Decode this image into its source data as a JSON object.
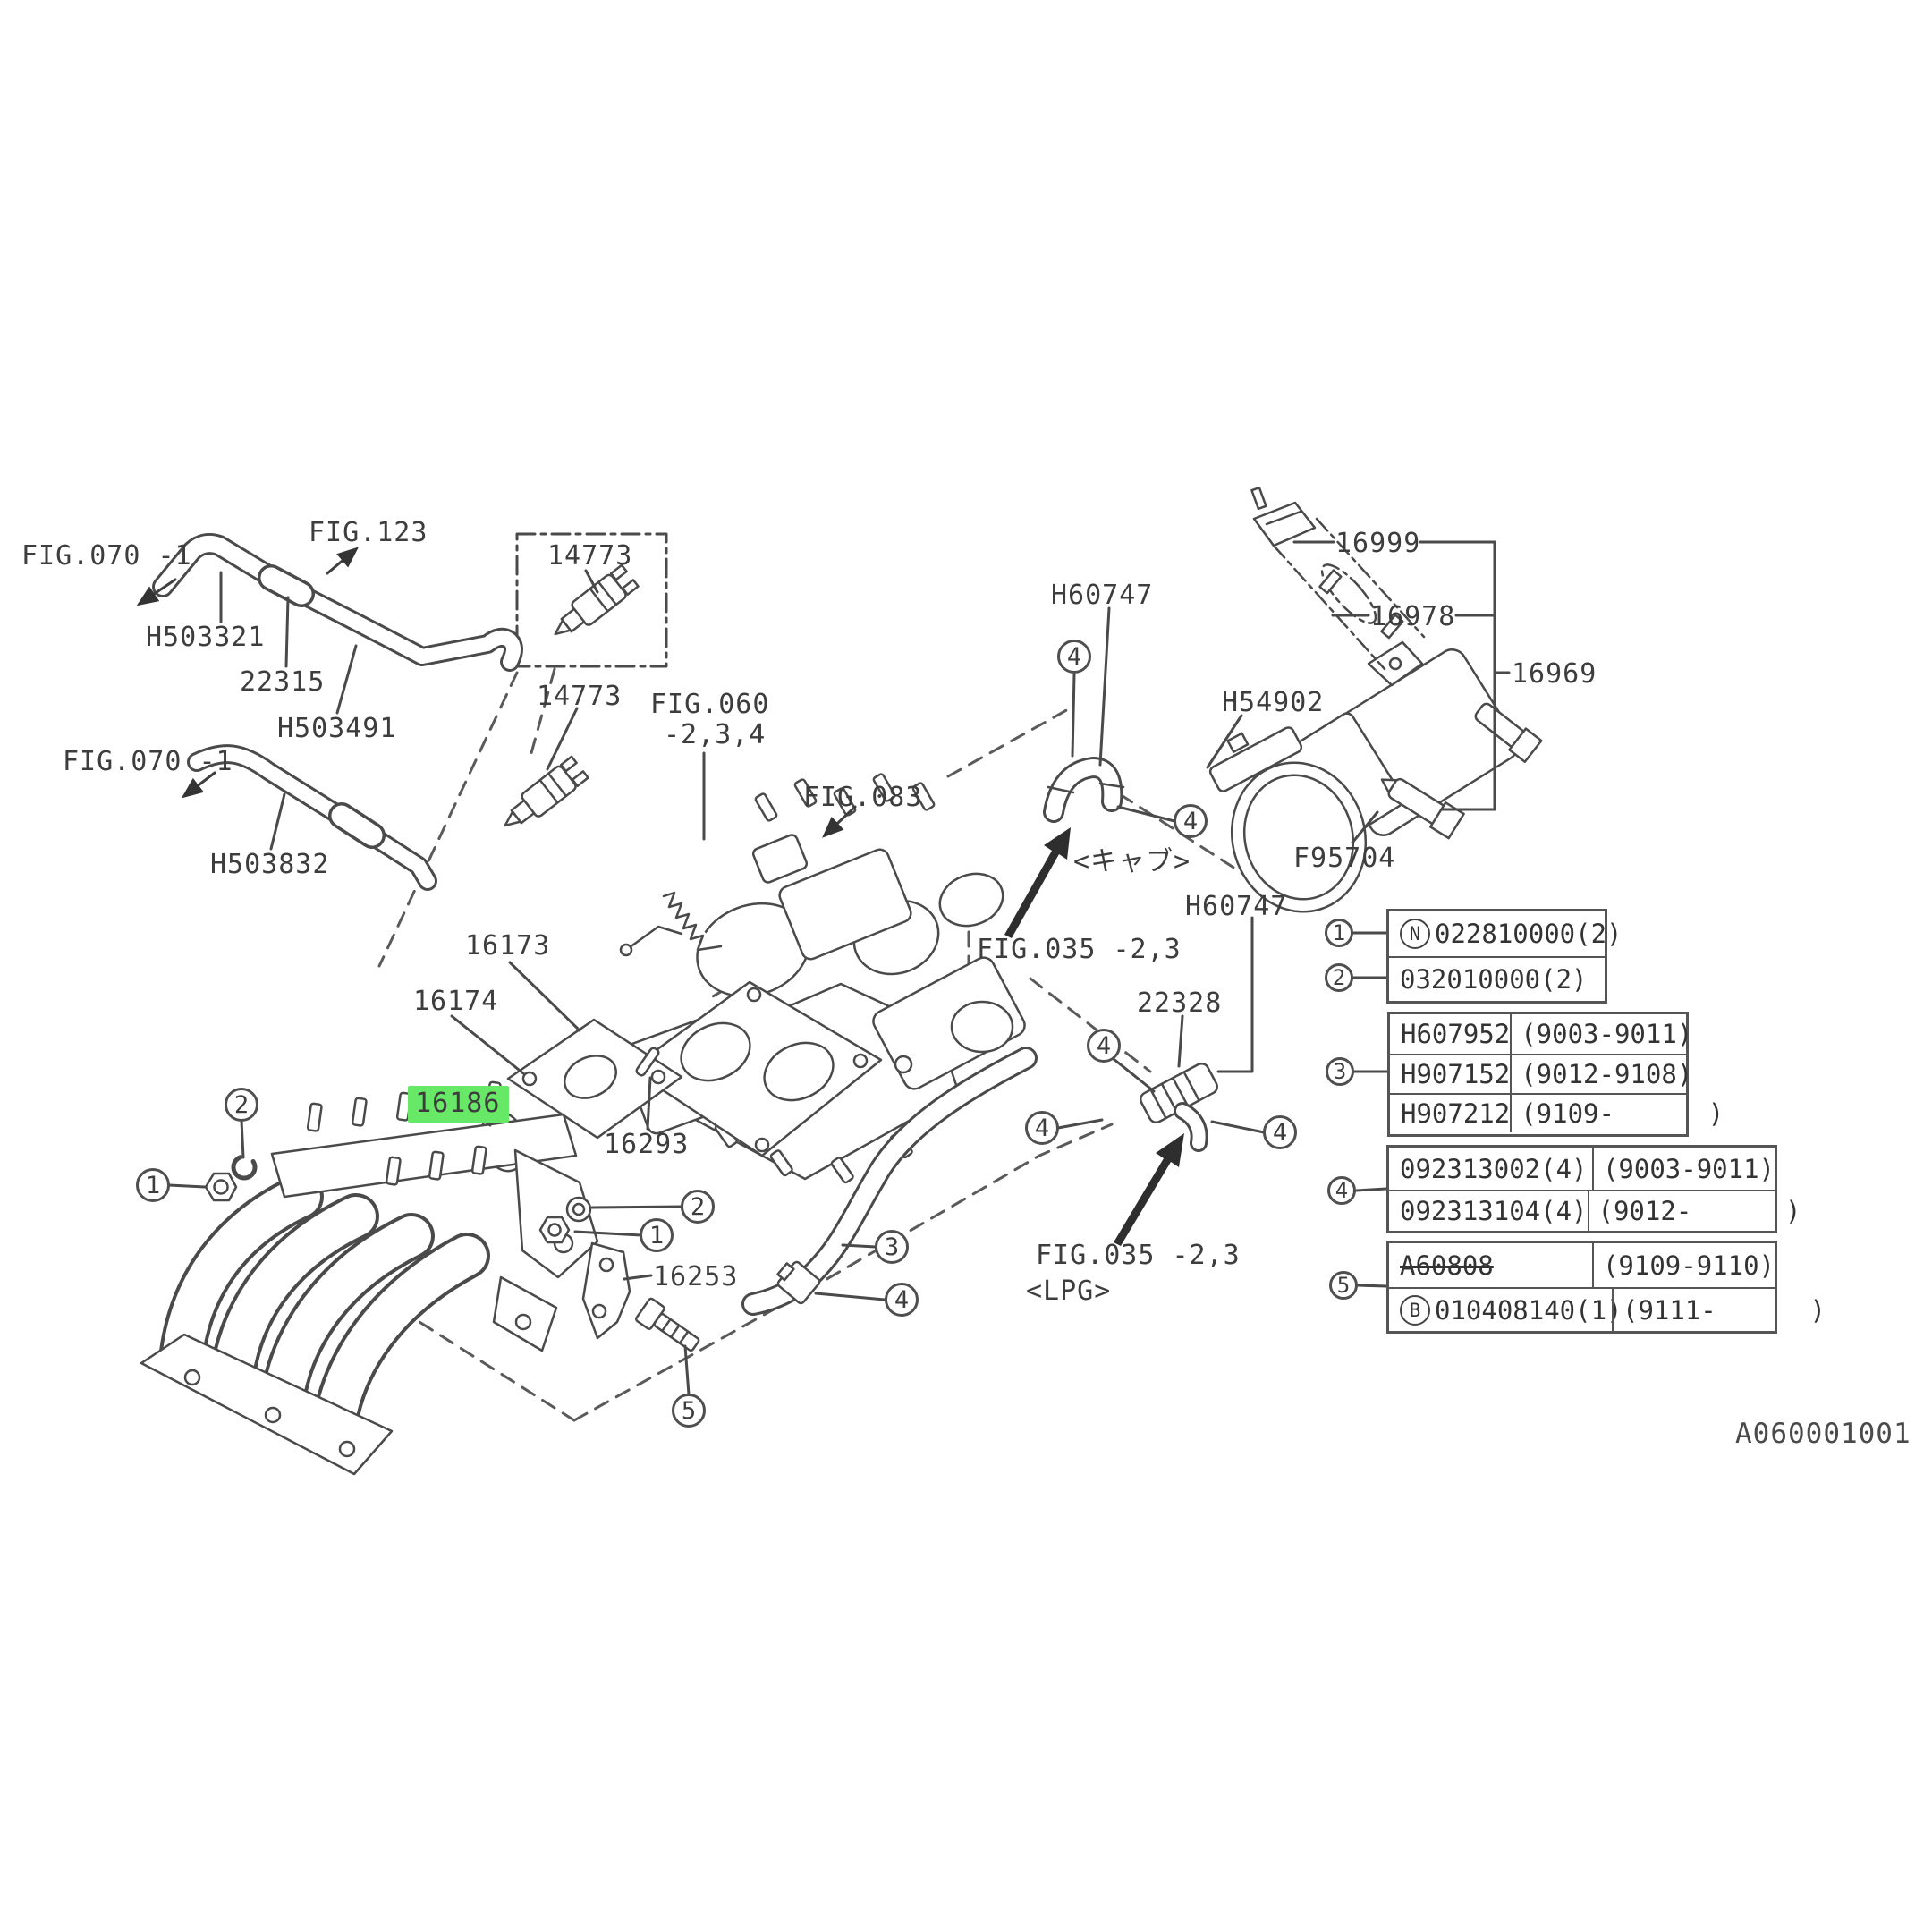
{
  "doc": {
    "code": "A060001001"
  },
  "highlight": {
    "style": "background:#67e967",
    "color": "#67e967"
  },
  "labels": {
    "fig070_top": "FIG.070 -1",
    "fig123": "FIG.123",
    "h503321": "H503321",
    "p22315": "22315",
    "h503491": "H503491",
    "fig070_bottom": "FIG.070 -1",
    "h503832": "H503832",
    "p14773_boxed": "14773",
    "p14773": "14773",
    "fig060": "FIG.060",
    "fig060_sub": "-2,3,4",
    "fig083": "FIG.083",
    "p16173": "16173",
    "p16174": "16174",
    "p16186": "16186",
    "p16293": "16293",
    "p16253": "16253",
    "h60747_carb": "H60747",
    "h54902": "H54902",
    "carb_note": "<キャブ>",
    "fig035_carb": "FIG.035 -2,3",
    "h60747_lpg": "H60747",
    "p22328": "22328",
    "fig035_lpg": "FIG.035 -2,3",
    "lpg_note": "<LPG>",
    "p16999": "16999",
    "p16978": "16978",
    "p16969": "16969",
    "f95704": "F95704"
  },
  "callouts": {
    "one": "1",
    "two": "2",
    "three": "3",
    "four": "4",
    "five": "5"
  },
  "tables": {
    "t12": {
      "rows": [
        {
          "prefix": "N",
          "text": "022810000(2)"
        },
        {
          "text": "032010000(2)"
        }
      ]
    },
    "t3": {
      "rows": [
        {
          "part": "H607952",
          "range": "(9003-9011)"
        },
        {
          "part": "H907152",
          "range": "(9012-9108)"
        },
        {
          "part": "H907212",
          "range": "(9109-      )"
        }
      ]
    },
    "t4": {
      "rows": [
        {
          "part": "092313002(4)",
          "range": "(9003-9011)"
        },
        {
          "part": "092313104(4)",
          "range": "(9012-      )"
        }
      ]
    },
    "t5": {
      "rows": [
        {
          "part": "A60808",
          "range": "(9109-9110)"
        },
        {
          "prefix": "B",
          "part": "010408140(1)",
          "range": "(9111-      )"
        }
      ]
    }
  }
}
